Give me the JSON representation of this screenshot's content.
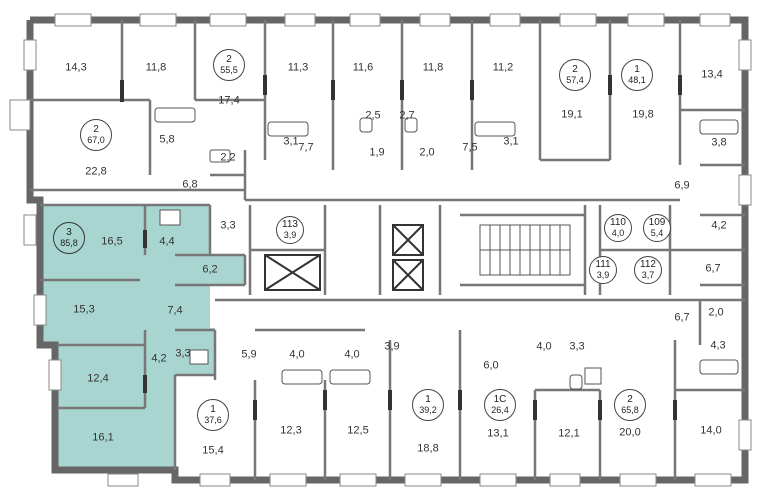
{
  "highlight": {
    "color": "#a8d5d0",
    "apartment": "3",
    "area": "85,8"
  },
  "apartments": [
    {
      "id": "apt-2-67",
      "number": "2",
      "area": "67,0"
    },
    {
      "id": "apt-2-55",
      "number": "2",
      "area": "55,5"
    },
    {
      "id": "apt-2-57",
      "number": "2",
      "area": "57,4"
    },
    {
      "id": "apt-1-48",
      "number": "1",
      "area": "48,1"
    },
    {
      "id": "apt-3-85",
      "number": "3",
      "area": "85,8"
    },
    {
      "id": "apt-1-37",
      "number": "1",
      "area": "37,6"
    },
    {
      "id": "apt-1-39",
      "number": "1",
      "area": "39,2"
    },
    {
      "id": "apt-1c-26",
      "number": "1С",
      "area": "26,4"
    },
    {
      "id": "apt-2-65",
      "number": "2",
      "area": "65,8"
    }
  ],
  "service_rooms": [
    {
      "number": "113",
      "area": "3,9"
    },
    {
      "number": "110",
      "area": "4,0"
    },
    {
      "number": "109",
      "area": "5,4"
    },
    {
      "number": "111",
      "area": "3,9"
    },
    {
      "number": "112",
      "area": "3,7"
    }
  ],
  "room_areas": [
    "14,3",
    "11,8",
    "17,4",
    "11,3",
    "11,6",
    "11,8",
    "11,2",
    "19,1",
    "19,8",
    "13,4",
    "22,8",
    "5,8",
    "2,2",
    "3,1",
    "2,5",
    "2,7",
    "3,1",
    "7,7",
    "1,9",
    "2,0",
    "7,5",
    "3,8",
    "6,8",
    "6,9",
    "16,5",
    "4,4",
    "3,3",
    "4,2",
    "6,2",
    "6,7",
    "15,3",
    "7,4",
    "6,7",
    "2,0",
    "4,3",
    "5,9",
    "4,0",
    "4,0",
    "3,9",
    "6,0",
    "4,0",
    "3,3",
    "12,4",
    "4,2",
    "3,3",
    "16,1",
    "15,4",
    "12,3",
    "12,5",
    "18,8",
    "13,1",
    "12,1",
    "20,0",
    "14,0"
  ]
}
